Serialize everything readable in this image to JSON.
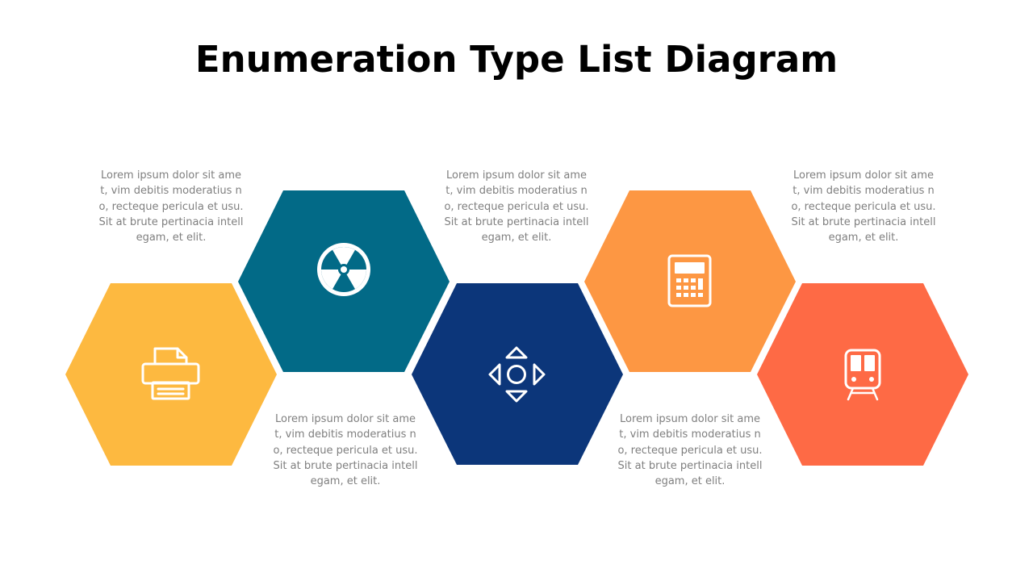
{
  "title": "Enumeration Type List Diagram",
  "colors": {
    "yellow": "#FDB940",
    "teal": "#026A87",
    "navy": "#0C367A",
    "orange": "#FD9743",
    "red": "#FE6A45",
    "text": "#7F7F7F",
    "icon": "#FFFFFF"
  },
  "items": [
    {
      "color": "#FDB940",
      "icon": "printer-icon",
      "text": "Lorem ipsum dolor sit amet, vim debitis moderatius no, recteque pericula et usu. Sit at brute pertinacia intellegam, et elit."
    },
    {
      "color": "#026A87",
      "icon": "radiation-icon",
      "text": "Lorem ipsum dolor sit amet, vim debitis moderatius no, recteque pericula et usu. Sit at brute pertinacia intellegam, et elit."
    },
    {
      "color": "#0C367A",
      "icon": "directional-pad-icon",
      "text": "Lorem ipsum dolor sit amet, vim debitis moderatius no, recteque pericula et usu. Sit at brute pertinacia intellegam, et elit."
    },
    {
      "color": "#FD9743",
      "icon": "calculator-icon",
      "text": "Lorem ipsum dolor sit amet, vim debitis moderatius no, recteque pericula et usu. Sit at brute pertinacia intellegam, et elit."
    },
    {
      "color": "#FE6A45",
      "icon": "train-icon",
      "text": "Lorem ipsum dolor sit amet, vim debitis moderatius no, recteque pericula et usu. Sit at brute pertinacia intellegam, et elit."
    }
  ]
}
